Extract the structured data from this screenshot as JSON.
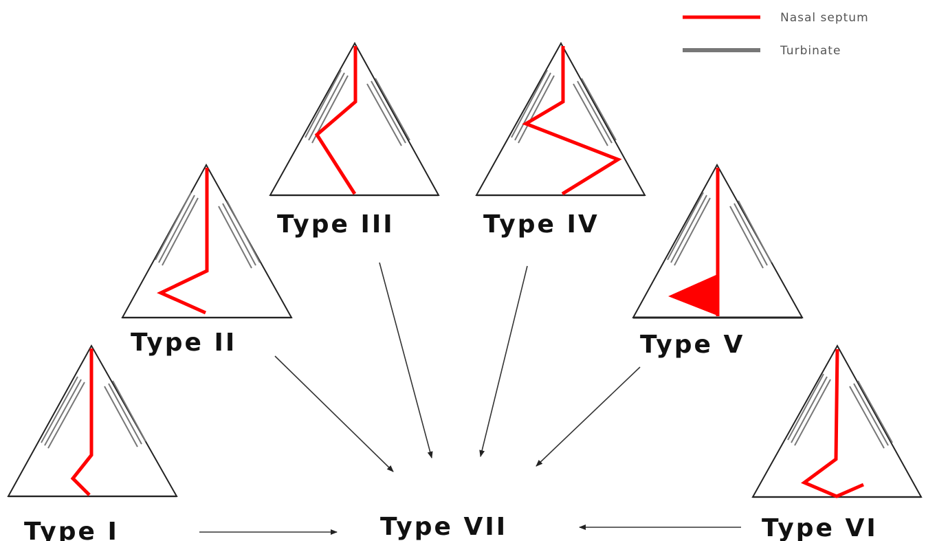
{
  "legend": {
    "items": [
      {
        "label": "Nasal septum",
        "color": "#ff0000"
      },
      {
        "label": "Turbinate",
        "color": "#777777"
      }
    ]
  },
  "types": [
    {
      "id": "type-1",
      "label": "Type I"
    },
    {
      "id": "type-2",
      "label": "Type II"
    },
    {
      "id": "type-3",
      "label": "Type III"
    },
    {
      "id": "type-4",
      "label": "Type IV"
    },
    {
      "id": "type-5",
      "label": "Type V"
    },
    {
      "id": "type-6",
      "label": "Type VI"
    },
    {
      "id": "type-7",
      "label": "Type VII"
    }
  ],
  "colors": {
    "septum": "#ff0000",
    "turbinate": "#777777",
    "outline": "#222222",
    "arrow": "#333333"
  }
}
